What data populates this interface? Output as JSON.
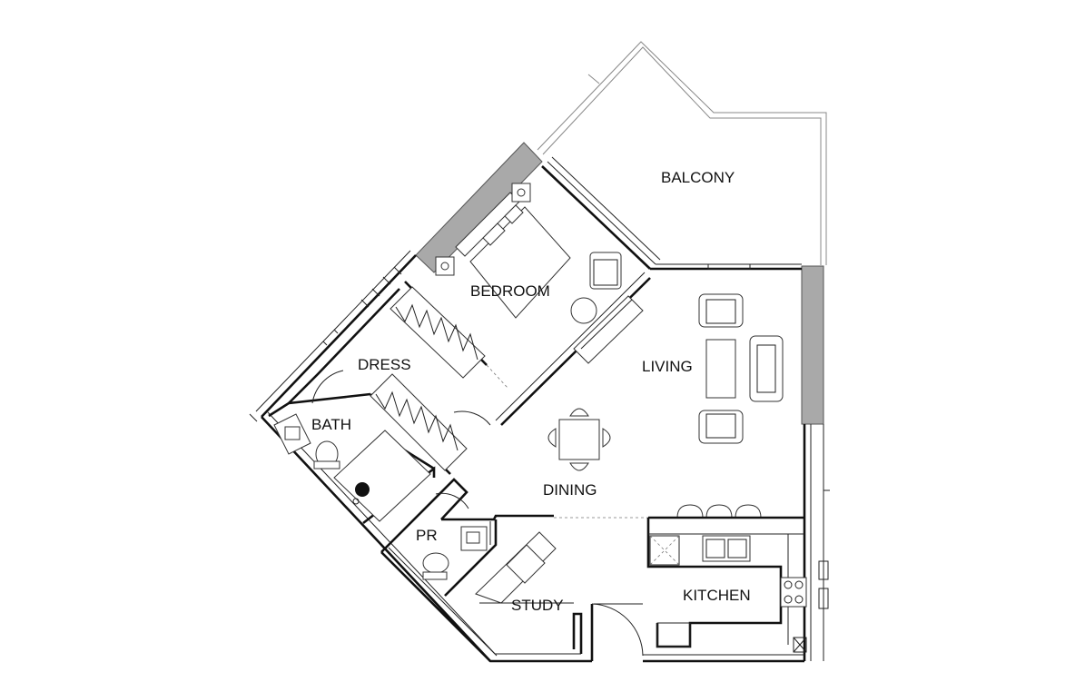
{
  "rooms": {
    "balcony": "BALCONY",
    "bedroom": "BEDROOM",
    "living": "LIVING",
    "dress": "DRESS",
    "bath": "BATH",
    "dining": "DINING",
    "pr": "PR",
    "study": "STUDY",
    "kitchen": "KITCHEN"
  }
}
